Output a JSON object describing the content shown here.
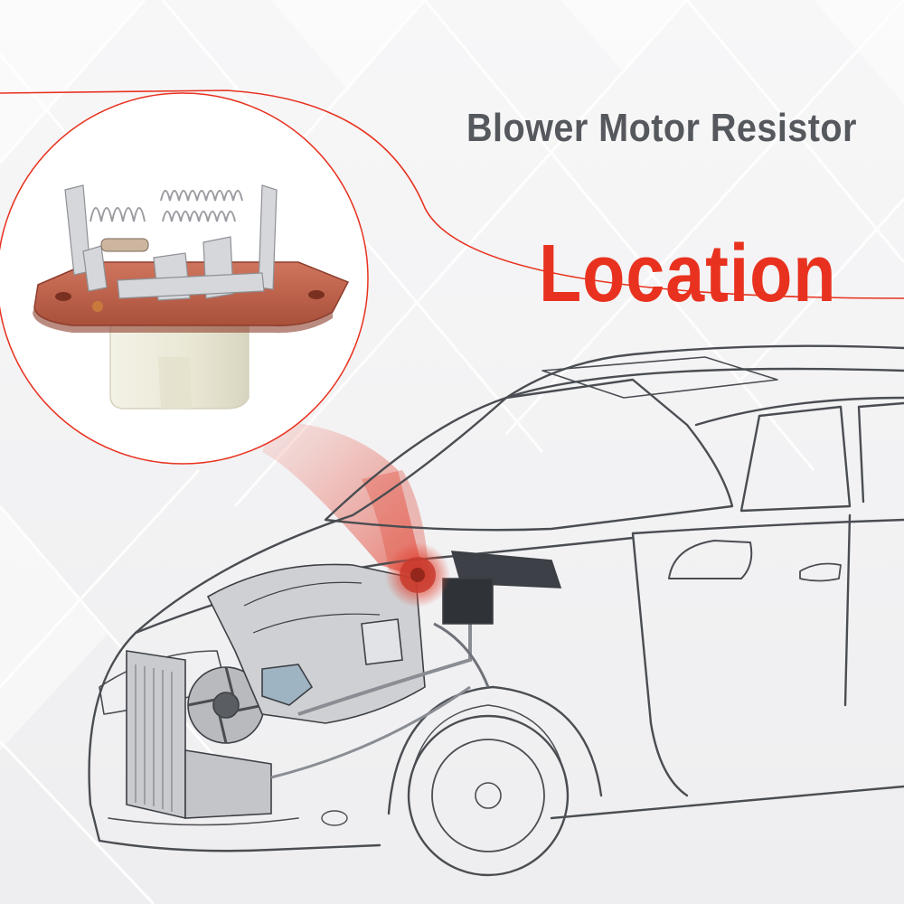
{
  "headline": {
    "subtitle": "Blower Motor Resistor",
    "title": "Location"
  },
  "colors": {
    "accent": "#e8321f",
    "subtitle_text": "#55585c",
    "highlight": "#e04a3a",
    "copper_board": "#c0624a",
    "connector_housing": "#f1efe0",
    "outline": "#4a4d52"
  },
  "icons": {
    "component": "blower-motor-resistor-photo",
    "vehicle": "sedan-cutaway-line-drawing"
  }
}
